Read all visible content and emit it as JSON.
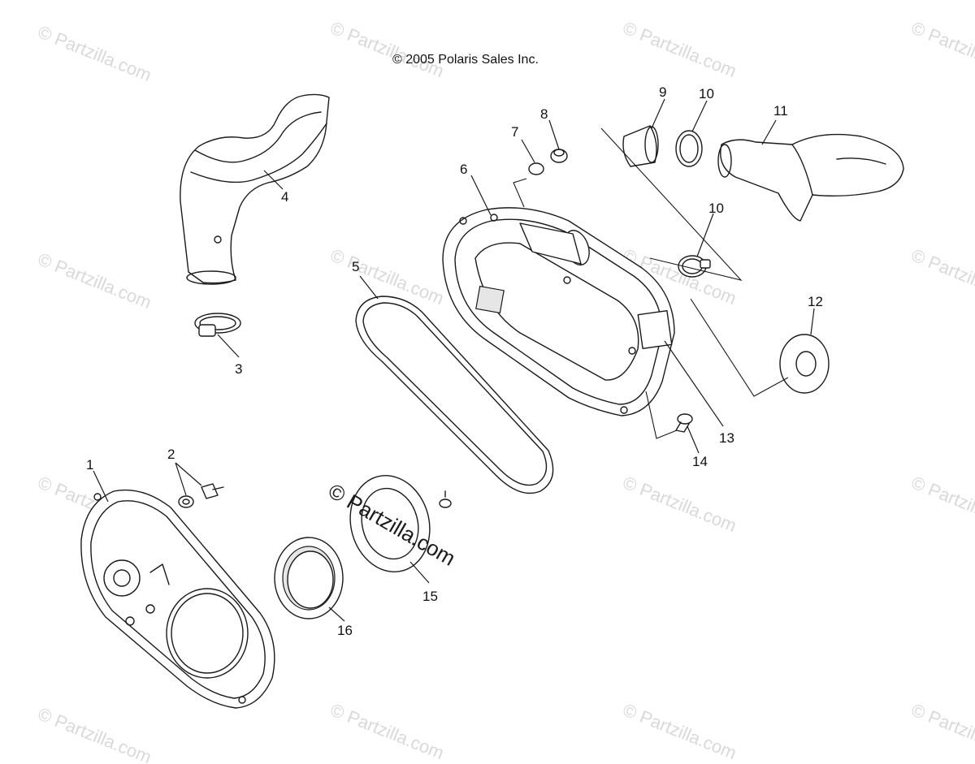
{
  "copyright": "© 2005 Polaris Sales Inc.",
  "watermark_text": "© Partzilla.com",
  "center_watermark": "© Partzilla.com",
  "callouts": [
    {
      "id": "1",
      "label": "1"
    },
    {
      "id": "2",
      "label": "2"
    },
    {
      "id": "3",
      "label": "3"
    },
    {
      "id": "4",
      "label": "4"
    },
    {
      "id": "5",
      "label": "5"
    },
    {
      "id": "6",
      "label": "6"
    },
    {
      "id": "7",
      "label": "7"
    },
    {
      "id": "8",
      "label": "8"
    },
    {
      "id": "9",
      "label": "9"
    },
    {
      "id": "10a",
      "label": "10"
    },
    {
      "id": "10b",
      "label": "10"
    },
    {
      "id": "11",
      "label": "11"
    },
    {
      "id": "12",
      "label": "12"
    },
    {
      "id": "13",
      "label": "13"
    },
    {
      "id": "14",
      "label": "14"
    },
    {
      "id": "15",
      "label": "15"
    },
    {
      "id": "16",
      "label": "16"
    }
  ]
}
